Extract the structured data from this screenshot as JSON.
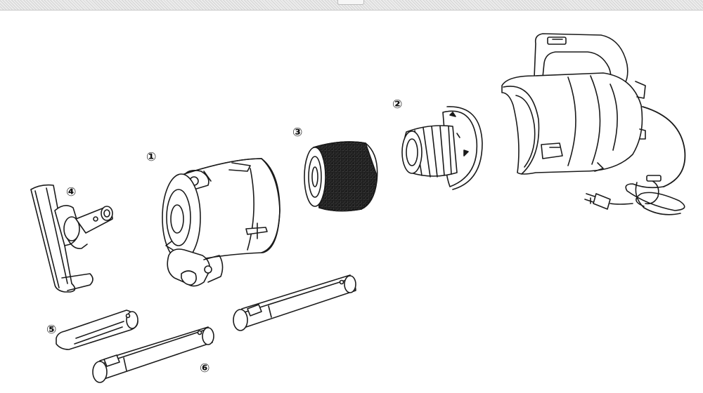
{
  "labels": {
    "l1": "①",
    "l2": "②",
    "l3": "③",
    "l4": "④",
    "l5": "⑤",
    "l6": "⑥"
  },
  "colors": {
    "line": "#1a1a1a",
    "fill": "#ffffff",
    "mesh": "#3a3a3a"
  }
}
